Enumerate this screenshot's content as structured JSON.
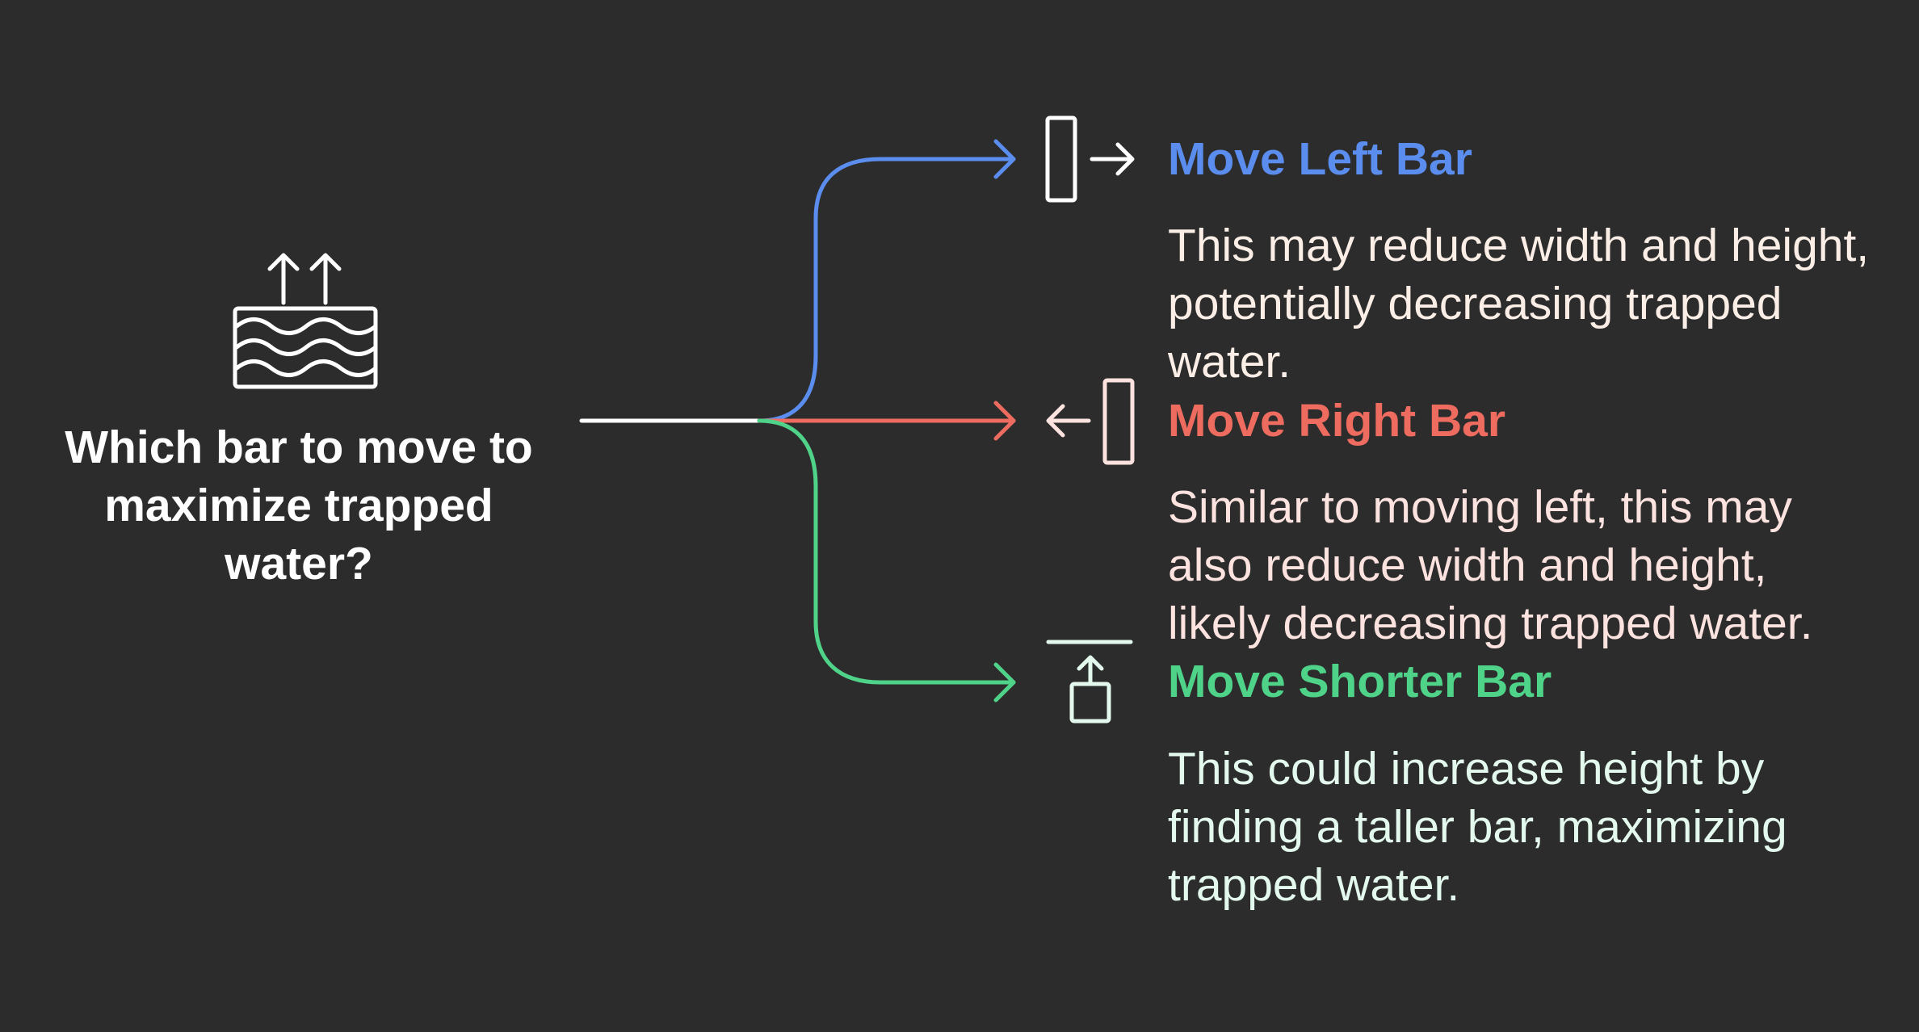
{
  "question": "Which bar to move to maximize trapped water?",
  "colors": {
    "background": "#2c2c2c",
    "trunk": "#ffffff",
    "icon": "#ffffff"
  },
  "options": [
    {
      "key": "left",
      "title": "Move Left Bar",
      "description": "This may reduce width and height, potentially decreasing trapped water.",
      "color": "#5b8def",
      "desc_color": "#fbeee6",
      "icon": "bar-arrow-right-icon"
    },
    {
      "key": "right",
      "title": "Move Right Bar",
      "description": "Similar to moving left, this may also reduce width and height, likely decreasing trapped water.",
      "color": "#ee6b5f",
      "desc_color": "#fde3df",
      "icon": "arrow-left-bar-icon"
    },
    {
      "key": "shorter",
      "title": "Move Shorter Bar",
      "description": "This could increase height by finding a taller bar, maximizing trapped water.",
      "color": "#4fd389",
      "desc_color": "#e3f9ee",
      "icon": "bar-raise-icon"
    }
  ],
  "water_icon": "water-rising-icon"
}
